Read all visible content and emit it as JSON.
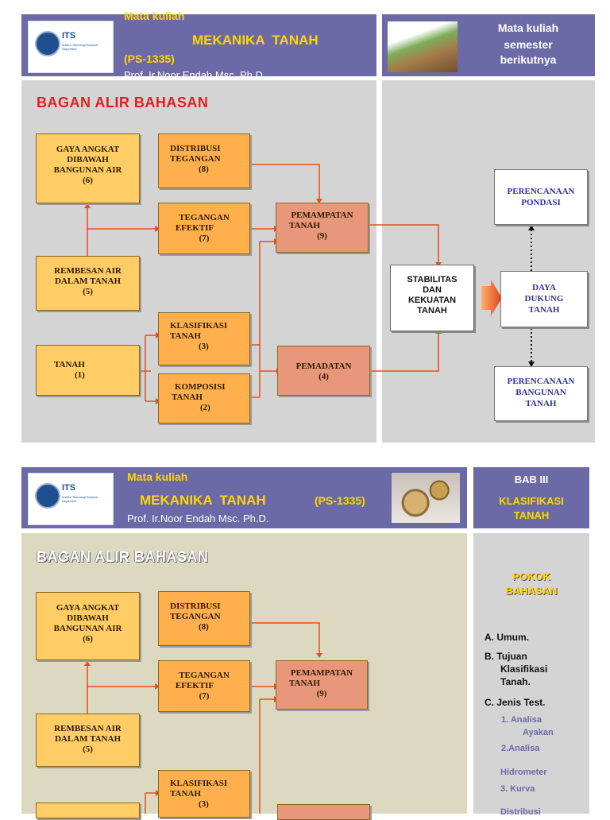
{
  "slide1": {
    "logo": {
      "text": "ITS",
      "sub": "Institut Teknologi Sepuluh Nopember"
    },
    "header": {
      "mata_kuliah": "Mata kuliah",
      "course": "MEKANIKA  TANAH",
      "code": "(PS-1335)",
      "lecturer": "Prof. Ir.Noor Endah Msc. Ph.D."
    },
    "right_header": {
      "line1": "Mata kuliah",
      "line2": "semester",
      "line3": "berikutnya"
    },
    "title": "BAGAN ALIR BAHASAN",
    "boxes": {
      "gaya": [
        "GAYA ANGKAT",
        "DIBAWAH",
        "BANGUNAN AIR",
        "(6)"
      ],
      "distribusi": [
        "DISTRIBUSI",
        "TEGANGAN",
        "(8)"
      ],
      "tegangan": [
        "TEGANGAN",
        "EFEKTIF",
        "(7)"
      ],
      "pemampatan": [
        "PEMAMPATAN",
        "TANAH",
        "(9)"
      ],
      "rembesan": [
        "REMBESAN AIR",
        "DALAM TANAH",
        "(5)"
      ],
      "klasifikasi": [
        "KLASIFIKASI",
        "TANAH",
        "(3)"
      ],
      "tanah": [
        "TANAH",
        "(1)"
      ],
      "komposisi": [
        "KOMPOSISI",
        "TANAH",
        "(2)"
      ],
      "pemadatan": [
        "PEMADATAN",
        "(4)"
      ],
      "stabilitas": [
        "STABILITAS",
        "DAN",
        "KEKUATAN",
        "TANAH"
      ],
      "perencanaan_pondasi": [
        "PERENCANAAN",
        "PONDASI"
      ],
      "daya_dukung": [
        "DAYA",
        "DUKUNG",
        "TANAH"
      ],
      "perencanaan_bangunan": [
        "PERENCANAAN",
        "BANGUNAN",
        "TANAH"
      ]
    }
  },
  "slide2": {
    "logo": {
      "text": "ITS",
      "sub": "Institut Teknologi Sepuluh Nopember"
    },
    "header": {
      "mata_kuliah": "Mata kuliah",
      "course": "MEKANIKA  TANAH",
      "code": "(PS-1335)",
      "lecturer": "Prof. Ir.Noor Endah Msc. Ph.D."
    },
    "right_header": {
      "line1": "BAB III",
      "line2": "KLASIFIKASI",
      "line3": "TANAH"
    },
    "title": "BAGAN ALIR BAHASAN",
    "boxes": {
      "gaya": [
        "GAYA ANGKAT",
        "DIBAWAH",
        "BANGUNAN AIR",
        "(6)"
      ],
      "distribusi": [
        "DISTRIBUSI",
        "TEGANGAN",
        "(8)"
      ],
      "tegangan": [
        "TEGANGAN",
        "EFEKTIF",
        "(7)"
      ],
      "pemampatan": [
        "PEMAMPATAN",
        "TANAH",
        "(9)"
      ],
      "rembesan": [
        "REMBESAN AIR",
        "DALAM TANAH",
        "(5)"
      ],
      "klasifikasi": [
        "KLASIFIKASI",
        "TANAH",
        "(3)"
      ]
    },
    "pokok": {
      "title1": "POKOK",
      "title2": "BAHASAN",
      "a": {
        "label": "A.",
        "text": "Umum."
      },
      "b": {
        "label": "B.",
        "text1": "Tujuan",
        "text2": "Klasifikasi",
        "text3": "Tanah."
      },
      "c": {
        "label": "C.",
        "text": "Jenis Test."
      },
      "sub1a": "1. Analisa",
      "sub1b": "Ayakan",
      "sub2a": "2.Analisa",
      "sub2b": "Hidrometer",
      "sub3": "3. Kurva",
      "sub4": "Distribusi"
    }
  },
  "colors": {
    "header": "#6b6aa6",
    "panel1": "#d4d4d4",
    "panel2": "#ddd8c0",
    "arrow": "#e05020"
  }
}
